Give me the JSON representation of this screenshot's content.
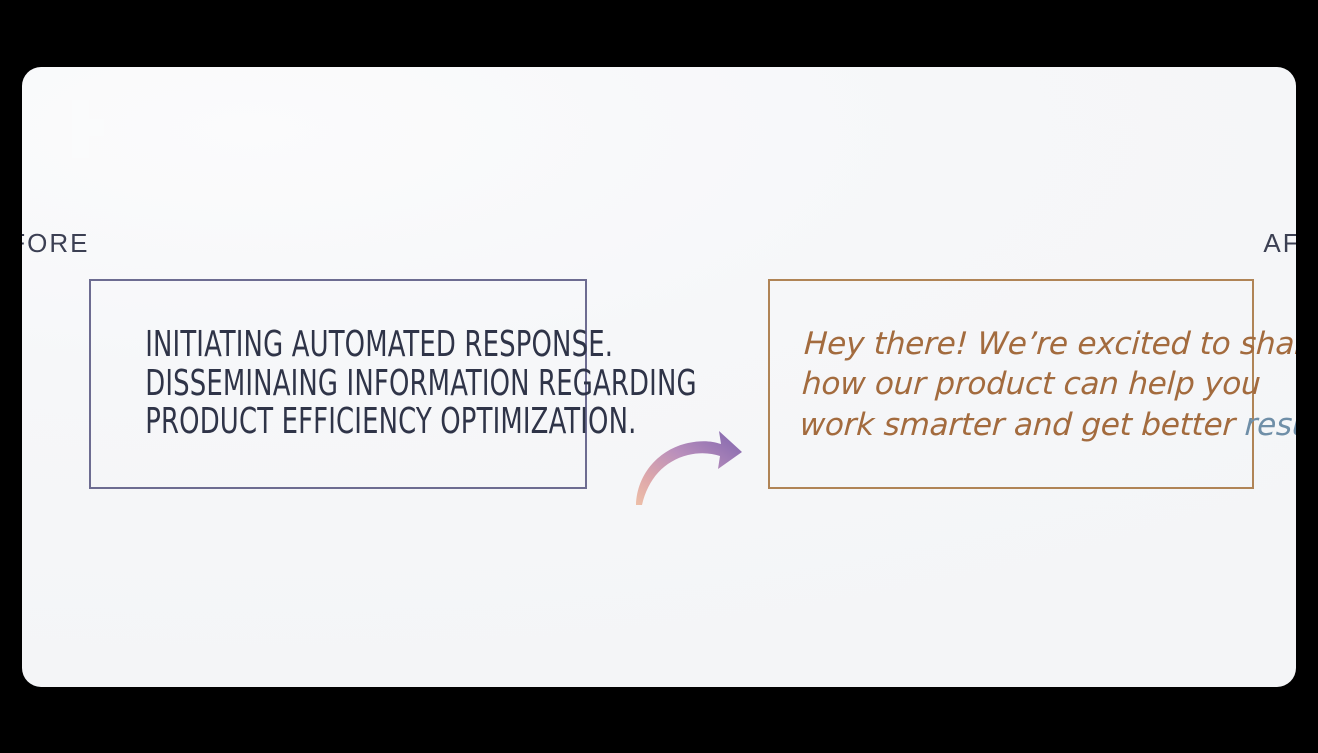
{
  "page": {
    "background_color": "#000000",
    "card_background_color": "#f5f6f8"
  },
  "before_panel": {
    "label": "BEFORE",
    "label_color": "#3c4053",
    "border_color": "#6d6c91",
    "text_color": "#2f3448",
    "lines": [
      "INITIATING AUTOMATED RESPONSE.",
      "DISSEMINAING INFORMATION REGARDING",
      "PRODUCT EFFICIENCY OPTIMIZATION."
    ],
    "full_text": "INITIATING AUTOMATED RESPONSE. DISSEMINAING INFORMATION REGARDING PRODUCT EFFICIENCY OPTIMIZATION."
  },
  "after_panel": {
    "label": "AFTER",
    "label_color": "#3c4053",
    "border_color": "#b08456",
    "text_color": "#a36b3e",
    "accent_color": "#6f8fa8",
    "lines": [
      "Hey there! We’re excited to share",
      "how our product can help you",
      "work smarter and get better "
    ],
    "accent_word": "results.",
    "full_text": "Hey there! We’re excited to share how our product can help you work smarter and get better results."
  },
  "arrow": {
    "icon": "curved-arrow-right-icon",
    "gradient_start_color": "#e8a890",
    "gradient_end_color": "#8a6fae"
  },
  "watermark": {
    "icon": "plus-mark-watermark-icon",
    "color": "#fafbfc"
  }
}
